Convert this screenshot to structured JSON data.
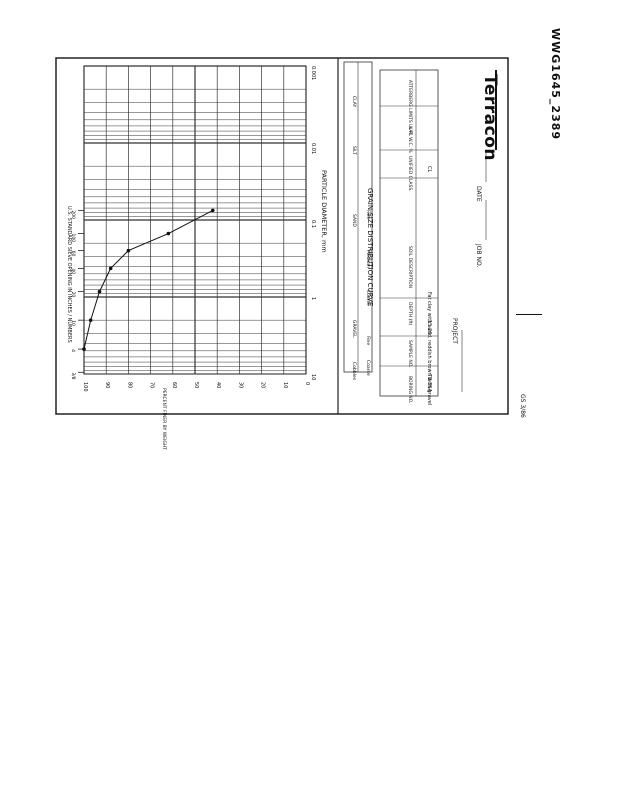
{
  "document": {
    "doc_id": "WWG1645_2389",
    "company": "Terracon",
    "title": "GRAIN SIZE DISTRIBUTION CURVE",
    "footer_code": "GS 3/86"
  },
  "chart": {
    "top_axis_label": "U.S. STANDARD SIEVE OPENING IN INCHES / NUMBERS",
    "top_ticks": [
      "3/8",
      "4",
      "10",
      "20",
      "40",
      "60",
      "100",
      "200"
    ],
    "y_left_ticks": [
      "100",
      "90",
      "80",
      "70",
      "60",
      "50",
      "40",
      "30",
      "20",
      "10",
      "0"
    ],
    "y_left_label": "PERCENT FINER BY WEIGHT",
    "x_ticks": [
      "10",
      "1",
      "0.1",
      "0.01",
      "0.001"
    ],
    "x_label": "PARTICLE DIAMETER, mm"
  },
  "chart_data": {
    "type": "line",
    "x": [
      4.75,
      2.0,
      0.85,
      0.425,
      0.25,
      0.15,
      0.075
    ],
    "y": [
      100,
      97,
      93,
      88,
      80,
      62,
      42
    ],
    "xlim": [
      10,
      0.001
    ],
    "ylim": [
      0,
      100
    ],
    "xscale": "log",
    "grid": true
  },
  "classification": {
    "row1": [
      "Cobbles",
      "GRAVEL",
      "SAND",
      "SILT",
      "CLAY"
    ],
    "row2": [
      "Coarse",
      "Fine",
      "Coarse",
      "Medium",
      "Fine"
    ]
  },
  "table": {
    "headers": [
      "BORING NO.",
      "SAMPLE NO.",
      "DEPTH (ft)",
      "SOIL DESCRIPTION",
      "UNIFIED CLASS.",
      "NAT. W.C. %",
      "ATTERBERG LIMITS LL PL"
    ],
    "rows": [
      [
        "TB-36A",
        "",
        "15-20",
        "Fat clay with sand, reddish brown with gravel",
        "CL",
        "",
        ""
      ]
    ]
  },
  "project": {
    "project_label": "PROJECT",
    "project_value": "",
    "job_label": "JOB NO.",
    "job_value": "",
    "date_label": "DATE",
    "date_value": ""
  }
}
